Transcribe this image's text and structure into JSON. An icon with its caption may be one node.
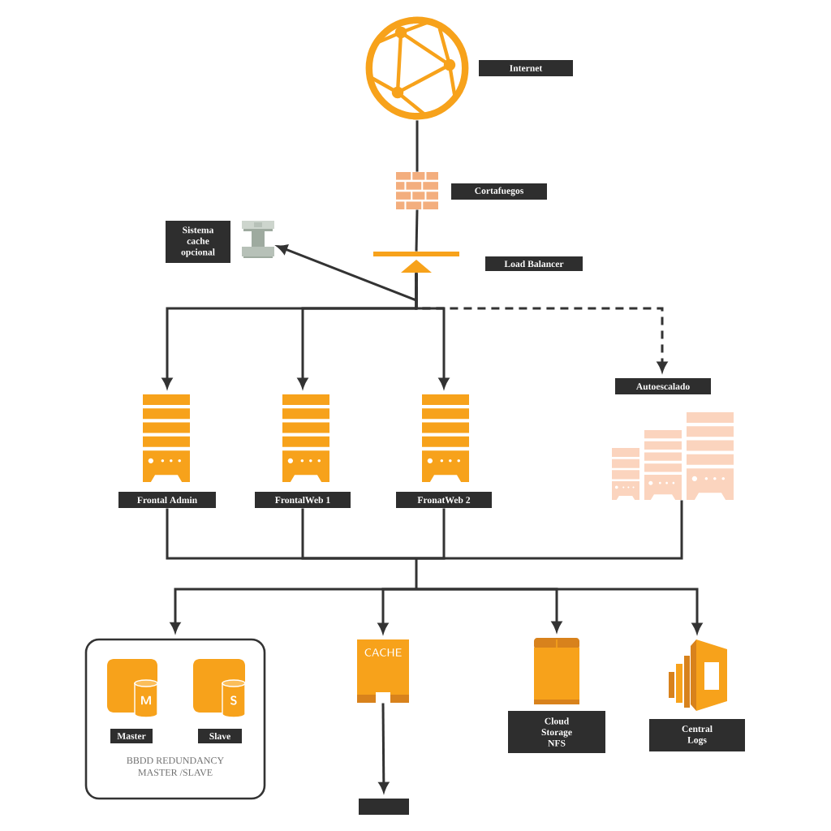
{
  "diagram": {
    "nodes": [
      {
        "text": [
          "Internet"
        ]
      },
      {
        "text": [
          "Cortafuegos"
        ]
      },
      {
        "text": [
          "Load Balancer"
        ]
      },
      {
        "text": [
          "Sistema cache opcional"
        ]
      },
      {
        "text": [
          "Frontal Admin"
        ]
      },
      {
        "text": [
          "FrontalWeb 1"
        ]
      },
      {
        "text": [
          "FronatWeb 2"
        ]
      },
      {
        "text": [
          "Autoescalado"
        ]
      },
      {
        "text": [
          "BBDD REDUNDANCY MASTER /SLAVE"
        ]
      },
      {
        "text": [
          "M",
          "Master"
        ],
        "in": 8
      },
      {
        "text": [
          "S",
          "Slave"
        ],
        "in": 8
      },
      {
        "text": [
          "CACHE"
        ]
      },
      {
        "text": [
          "Cloud Storage NFS"
        ]
      },
      {
        "text": [
          "Central Logs"
        ]
      },
      {
        "text": [],
        "shape": "box"
      }
    ],
    "edges": [
      {
        "from": 0,
        "to": 1,
        "arrow": "none"
      },
      {
        "from": 1,
        "to": 2,
        "arrow": "none"
      },
      {
        "from": 2,
        "to": 3,
        "arrow": "to"
      },
      {
        "from": 2,
        "to": 4,
        "arrow": "to"
      },
      {
        "from": 2,
        "to": 5,
        "arrow": "to"
      },
      {
        "from": 2,
        "to": 6,
        "arrow": "to"
      },
      {
        "from": 2,
        "to": 7,
        "arrow": "to",
        "style": "dashed"
      },
      {
        "from": 4,
        "to": 8,
        "arrow": "to"
      },
      {
        "from": 4,
        "to": 11,
        "arrow": "to"
      },
      {
        "from": 4,
        "to": 12,
        "arrow": "to"
      },
      {
        "from": 4,
        "to": 13,
        "arrow": "to"
      },
      {
        "from": 5,
        "to": 8,
        "arrow": "to"
      },
      {
        "from": 5,
        "to": 11,
        "arrow": "to"
      },
      {
        "from": 5,
        "to": 12,
        "arrow": "to"
      },
      {
        "from": 5,
        "to": 13,
        "arrow": "to"
      },
      {
        "from": 6,
        "to": 8,
        "arrow": "to"
      },
      {
        "from": 6,
        "to": 11,
        "arrow": "to"
      },
      {
        "from": 6,
        "to": 12,
        "arrow": "to"
      },
      {
        "from": 6,
        "to": 13,
        "arrow": "to"
      },
      {
        "from": 7,
        "to": 8,
        "arrow": "to"
      },
      {
        "from": 7,
        "to": 11,
        "arrow": "to"
      },
      {
        "from": 7,
        "to": 12,
        "arrow": "to"
      },
      {
        "from": 7,
        "to": 13,
        "arrow": "to"
      },
      {
        "from": 11,
        "to": 14,
        "arrow": "to"
      }
    ]
  }
}
